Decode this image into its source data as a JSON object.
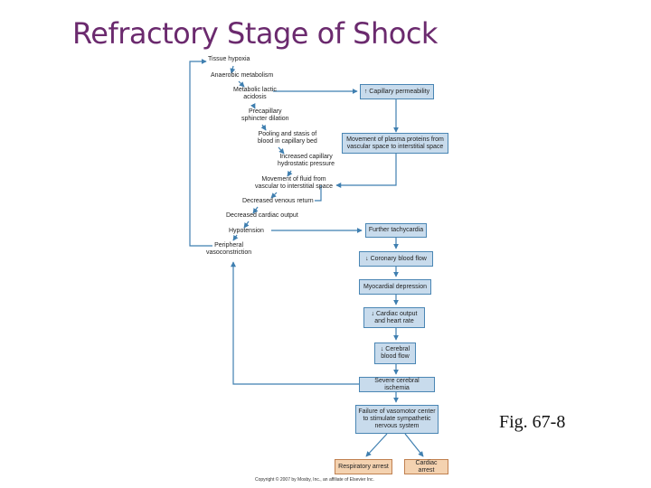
{
  "title": "Refractory Stage of Shock",
  "figure_label": "Fig. 67-8",
  "copyright": "Copyright © 2007 by Mosby, Inc., an affiliate of Elsevier Inc.",
  "chain": {
    "tissue_hypoxia": "Tissue hypoxia",
    "anaerobic": "Anaerobic metabolism",
    "metabolic_acidosis": "Metabolic lactic\nacidosis",
    "precapillary": "Precapillary\nsphincter dilation",
    "pooling": "Pooling and stasis of\nblood in capillary bed",
    "increased_hydrostatic": "Increased capillary\nhydrostatic pressure",
    "fluid_movement": "Movement of fluid from\nvascular to interstitial space",
    "venous_return": "Decreased venous return",
    "cardiac_output": "Decreased cardiac output",
    "hypotension": "Hypotension",
    "vasoconstriction": "Peripheral\nvasoconstriction"
  },
  "boxes": {
    "capillary_permeability": "↑ Capillary permeability",
    "plasma_proteins": "Movement of plasma proteins from\nvascular space to interstitial space",
    "tachycardia": "Further tachycardia",
    "coronary": "↓ Coronary blood flow",
    "myocardial": "Myocardial depression",
    "cardiac_hr": "↓ Cardiac output\nand heart rate",
    "cerebral_flow": "↓ Cerebral\nblood flow",
    "ischemia": "Severe cerebral ischemia",
    "vasomotor": "Failure of vasomotor center\nto stimulate sympathetic\nnervous system",
    "resp_arrest": "Respiratory arrest",
    "card_arrest": "Cardiac arrest"
  },
  "colors": {
    "title": "#6b2a6e",
    "box_fill": "#c8dbec",
    "box_border": "#4a86b4",
    "arrest_fill": "#f4d2b0",
    "arrow": "#3f7fb0"
  }
}
